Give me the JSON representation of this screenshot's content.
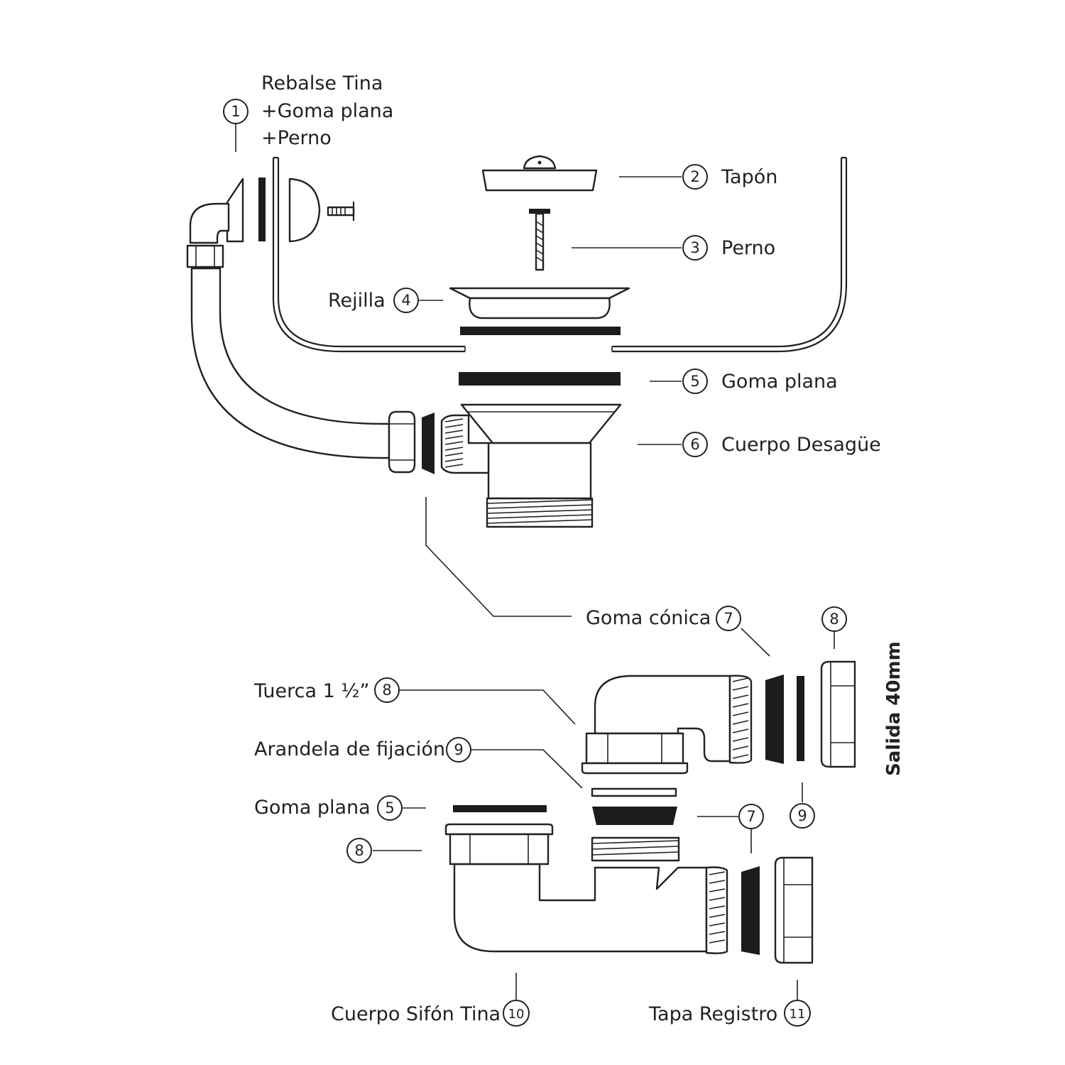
{
  "labels": {
    "rebalse_line1": "Rebalse Tina",
    "rebalse_line2": "+Goma plana",
    "rebalse_line3": "+Perno",
    "tapon": "Tapón",
    "perno": "Perno",
    "rejilla": "Rejilla",
    "goma_plana": "Goma plana",
    "cuerpo_desague": "Cuerpo Desagüe",
    "goma_conica": "Goma cónica",
    "tuerca": "Tuerca 1 ½”",
    "arandela": "Arandela de fijación",
    "goma_plana_2": "Goma plana",
    "cuerpo_sifon": "Cuerpo Sifón Tina",
    "tapa_registro": "Tapa Registro",
    "salida": "Salida 40mm"
  },
  "numbers": {
    "n1": "1",
    "n2": "2",
    "n3": "3",
    "n4": "4",
    "n5": "5",
    "n6": "6",
    "n7a": "7",
    "n8a": "8",
    "n8b": "8",
    "n9a": "9",
    "n9b": "9",
    "n7b": "7",
    "n5b": "5",
    "n8c": "8",
    "n10": "10",
    "n11": "11"
  },
  "colors": {
    "ink": "#222222",
    "background": "#ffffff"
  }
}
